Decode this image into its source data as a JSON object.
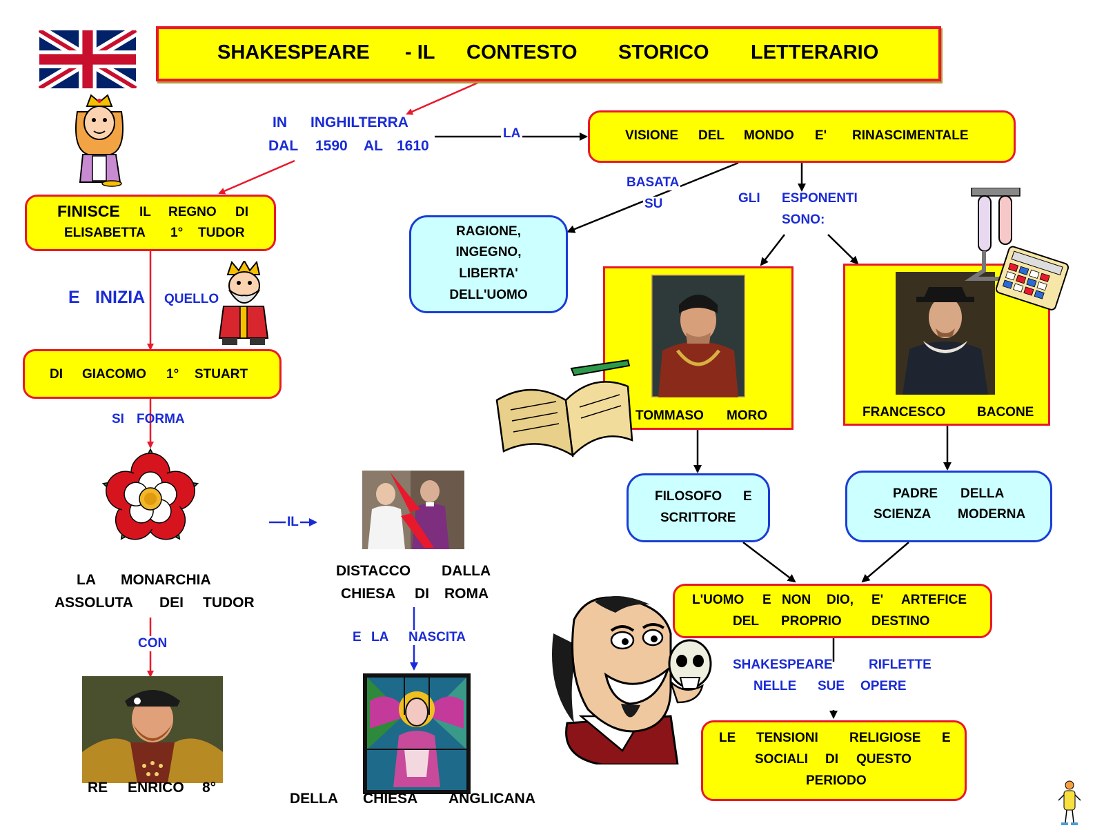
{
  "title": [
    "SHAKESPEARE",
    "- IL",
    "CONTESTO",
    "STORICO",
    "LETTERARIO"
  ],
  "period": {
    "line1": [
      "IN",
      "INGHILTERRA"
    ],
    "line2": [
      "DAL",
      "1590",
      "AL",
      "1610"
    ]
  },
  "finisce": {
    "line1": [
      "FINISCE",
      "IL",
      "REGNO",
      "DI"
    ],
    "line2": [
      "ELISABETTA",
      "1°",
      "TUDOR"
    ]
  },
  "e_inizia": [
    "E",
    "INIZIA"
  ],
  "quello": "QUELLO",
  "giacomo": [
    "DI",
    "GIACOMO",
    "1°",
    "STUART"
  ],
  "si_forma": [
    "SI",
    "FORMA"
  ],
  "monarchia": {
    "line1": [
      "LA",
      "MONARCHIA"
    ],
    "line2": [
      "ASSOLUTA",
      "DEI",
      "TUDOR"
    ]
  },
  "con": "CON",
  "re_enrico": [
    "RE",
    "ENRICO",
    "8°"
  ],
  "il": "IL",
  "distacco": {
    "line1": [
      "DISTACCO",
      "DALLA"
    ],
    "line2": [
      "CHIESA",
      "DI",
      "ROMA"
    ]
  },
  "e_la_nascita": [
    "E",
    "LA",
    "NASCITA"
  ],
  "chiesa_anglicana": [
    "DELLA",
    "CHIESA",
    "ANGLICANA"
  ],
  "la": "LA",
  "visione": [
    "VISIONE",
    "DEL",
    "MONDO",
    "E'",
    "RINASCIMENTALE"
  ],
  "basata_su": {
    "line1": "BASATA",
    "line2": "SU"
  },
  "ragione": [
    "RAGIONE,",
    "INGEGNO,",
    "LIBERTA'",
    "DELL'UOMO"
  ],
  "esponenti": {
    "line1": [
      "GLI",
      "ESPONENTI"
    ],
    "line2": "SONO:"
  },
  "moro": [
    "TOMMASO",
    "MORO"
  ],
  "bacone": [
    "FRANCESCO",
    "BACONE"
  ],
  "filosofo": {
    "line1": [
      "FILOSOFO",
      "E"
    ],
    "line2": "SCRITTORE"
  },
  "padre": {
    "line1": [
      "PADRE",
      "DELLA"
    ],
    "line2": [
      "SCIENZA",
      "MODERNA"
    ]
  },
  "uomo": {
    "line1": [
      "L'UOMO",
      "E",
      "NON",
      "DIO,",
      "E'",
      "ARTEFICE"
    ],
    "line2": [
      "DEL",
      "PROPRIO",
      "DESTINO"
    ]
  },
  "riflette": {
    "line1": [
      "SHAKESPEARE",
      "RIFLETTE"
    ],
    "line2": [
      "NELLE",
      "SUE",
      "OPERE"
    ]
  },
  "tensioni": {
    "line1": [
      "LE",
      "TENSIONI",
      "RELIGIOSE",
      "E"
    ],
    "line2": [
      "SOCIALI",
      "DI",
      "QUESTO"
    ],
    "line3": "PERIODO"
  },
  "colors": {
    "box_fill": "#ffff00",
    "box_border": "#e8192c",
    "cyan_fill": "#ccffff",
    "cyan_border": "#1a3dd6",
    "label_blue": "#1a2bd6",
    "arrow_red": "#e8192c"
  }
}
